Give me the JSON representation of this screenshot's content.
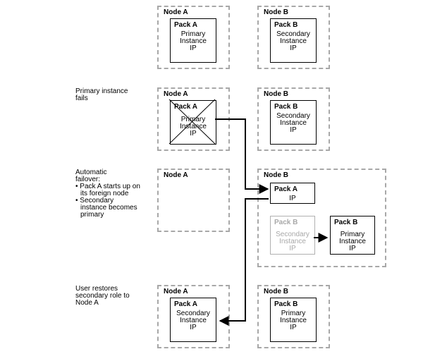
{
  "row1": {
    "node_a": {
      "title": "Node A",
      "pack_title": "Pack A",
      "lines": [
        "Primary",
        "Instance",
        "IP"
      ]
    },
    "node_b": {
      "title": "Node B",
      "pack_title": "Pack B",
      "lines": [
        "Secondary",
        "Instance",
        "IP"
      ]
    }
  },
  "row2": {
    "caption": [
      "Primary instance",
      "fails"
    ],
    "node_a": {
      "title": "Node A",
      "pack_title": "Pack A",
      "lines": [
        "Primary",
        "Instance",
        "IP"
      ]
    },
    "node_b": {
      "title": "Node B",
      "pack_title": "Pack B",
      "lines": [
        "Secondary",
        "Instance",
        "IP"
      ]
    }
  },
  "row3": {
    "caption_title": [
      "Automatic",
      "failover:"
    ],
    "caption_lines": [
      {
        "text": "Pack A starts up on",
        "bullet": true
      },
      {
        "text": "its foreign node",
        "bullet": false
      },
      {
        "text": "Secondary",
        "bullet": true
      },
      {
        "text": "instance becomes",
        "bullet": false
      },
      {
        "text": "primary",
        "bullet": false
      }
    ],
    "node_a": {
      "title": "Node A"
    },
    "node_b": {
      "title": "Node B",
      "pack_a": {
        "title": "Pack A",
        "lines": [
          "IP"
        ]
      },
      "pack_b_old": {
        "title": "Pack B",
        "lines": [
          "Secondary",
          "Instance",
          "IP"
        ]
      },
      "pack_b_new": {
        "title": "Pack B",
        "lines": [
          "Primary",
          "Instance",
          "IP"
        ]
      }
    }
  },
  "row4": {
    "caption": [
      "User restores",
      "secondary role to",
      "Node A"
    ],
    "node_a": {
      "title": "Node A",
      "pack_title": "Pack A",
      "lines": [
        "Secondary",
        "Instance",
        "IP"
      ]
    },
    "node_b": {
      "title": "Node B",
      "pack_title": "Pack B",
      "lines": [
        "Primary",
        "Instance",
        "IP"
      ]
    }
  },
  "colors": {
    "dashed_border": "#a8a8a8",
    "ghost": "#a8a8a8",
    "line": "#000000"
  }
}
